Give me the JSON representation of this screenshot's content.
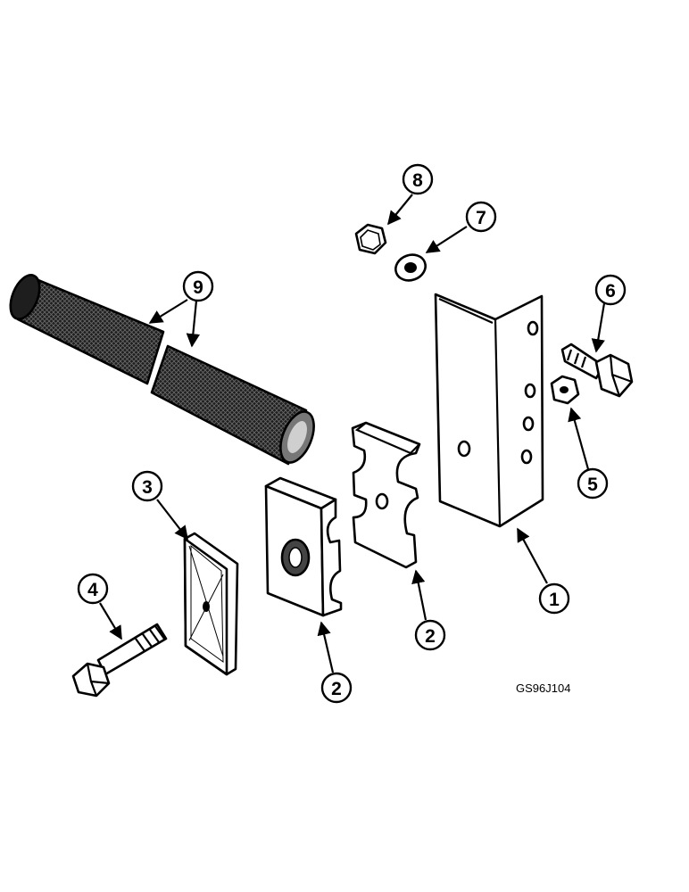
{
  "figure_code": "GS96J104",
  "callouts": {
    "c1": "1",
    "c2a": "2",
    "c2b": "2",
    "c3": "3",
    "c4": "4",
    "c5": "5",
    "c6": "6",
    "c7": "7",
    "c8": "8",
    "c9": "9"
  },
  "colors": {
    "ink": "#000000",
    "paper": "#ffffff",
    "tube": "#1e1e1e"
  }
}
